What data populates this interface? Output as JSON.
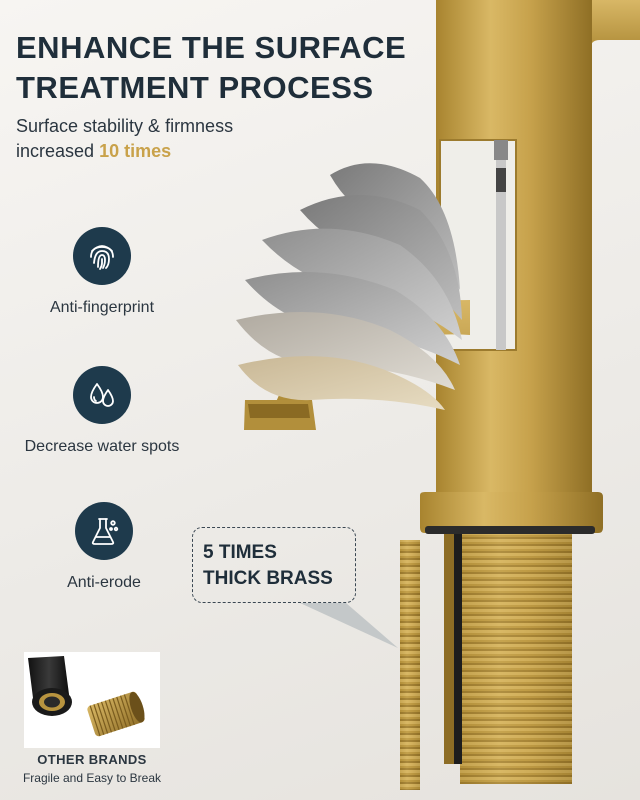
{
  "header": {
    "title": "ENHANCE THE SURFACE TREATMENT PROCESS",
    "subtitle_prefix": "Surface stability & firmness increased",
    "subtitle_accent": "10 times"
  },
  "features": [
    {
      "label": "Anti-fingerprint",
      "icon": "fingerprint-icon"
    },
    {
      "label": "Decrease water spots",
      "icon": "water-drops-icon"
    },
    {
      "label": "Anti-erode",
      "icon": "flask-icon"
    }
  ],
  "callout": {
    "line1": "5 TIMES",
    "line2": "THICK BRASS"
  },
  "other_brands": {
    "title": "OTHER BRANDS",
    "subtitle": "Fragile and Easy to Break"
  },
  "colors": {
    "brass": "#c6a047",
    "navy": "#1e3a4c",
    "accent": "#c9a24a",
    "text": "#1f2e3a"
  }
}
